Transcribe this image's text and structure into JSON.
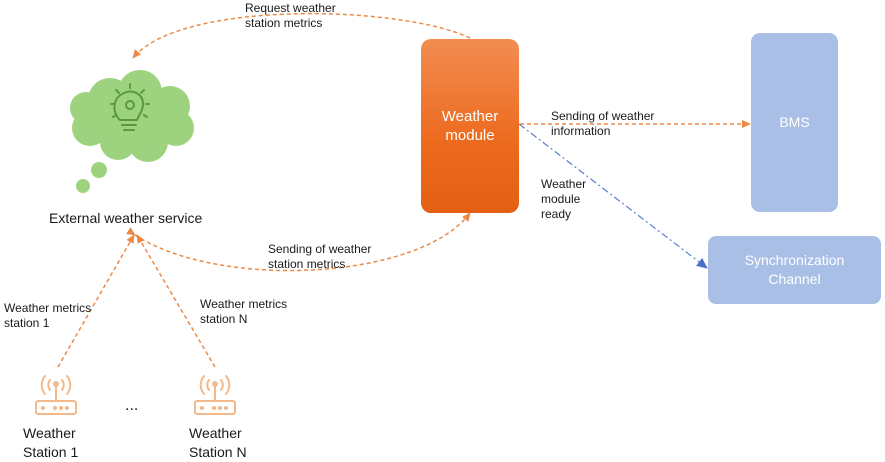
{
  "colors": {
    "orange_arrow": "#ec8a45",
    "blue_arrow": "#5b7fcf",
    "cloud": "#9dd37f",
    "bulb": "#5a9a3b",
    "station_icon": "#f3b98a",
    "module": "#ec6a1d",
    "box_blue": "#a9bfe6"
  },
  "icons": {
    "cloud": "thought-cloud-lightbulb-icon",
    "station": "wireless-router-icon"
  },
  "external_service": {
    "label": "External weather service"
  },
  "weather_module": {
    "label": "Weather\nmodule"
  },
  "bms": {
    "label": "BMS"
  },
  "sync_channel": {
    "label": "Synchronization\nChannel"
  },
  "arrows": {
    "request": "Request weather\nstation metrics",
    "sending_metrics": "Sending of weather\nstation metrics",
    "sending_info": "Sending of weather\ninformation",
    "module_ready": "Weather\nmodule\nready",
    "metrics_station_1": "Weather metrics\nstation 1",
    "metrics_station_n": "Weather metrics\nstation N"
  },
  "stations": {
    "station_1": "Weather\nStation 1",
    "station_n": "Weather\nStation N",
    "ellipsis": "..."
  }
}
